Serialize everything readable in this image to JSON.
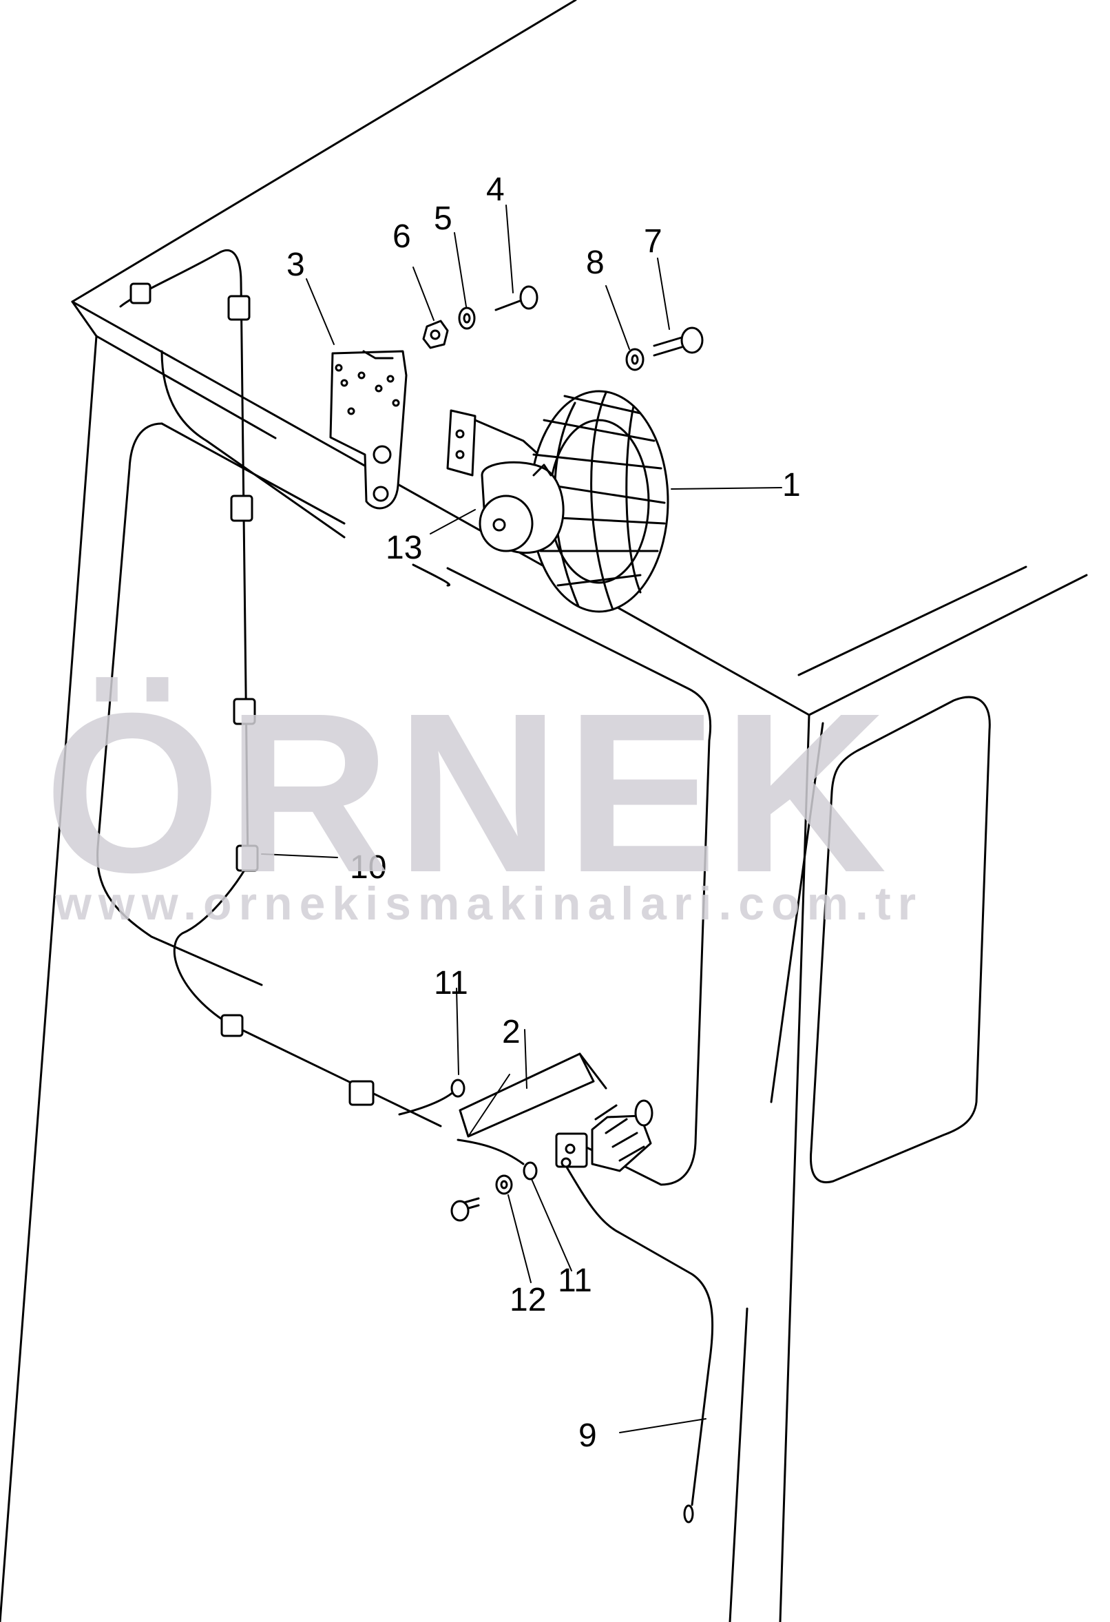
{
  "watermark": {
    "brand": "ÖRNEK",
    "url": "www.ornekismakinalari.com.tr",
    "brand_color": "#d2d0d6",
    "accent_color": "#f3e6a8"
  },
  "callouts": [
    {
      "id": "1",
      "label": "1"
    },
    {
      "id": "2",
      "label": "2"
    },
    {
      "id": "3",
      "label": "3"
    },
    {
      "id": "4",
      "label": "4"
    },
    {
      "id": "5",
      "label": "5"
    },
    {
      "id": "6",
      "label": "6"
    },
    {
      "id": "7",
      "label": "7"
    },
    {
      "id": "8",
      "label": "8"
    },
    {
      "id": "9",
      "label": "9"
    },
    {
      "id": "10",
      "label": "10"
    },
    {
      "id": "11a",
      "label": "11"
    },
    {
      "id": "11b",
      "label": "11"
    },
    {
      "id": "12",
      "label": "12"
    },
    {
      "id": "13",
      "label": "13"
    }
  ],
  "icons": [
    "fan-icon",
    "switch-icon",
    "bracket-icon",
    "bolt-icon",
    "washer-icon",
    "nut-icon",
    "clip-icon",
    "cable-icon"
  ]
}
